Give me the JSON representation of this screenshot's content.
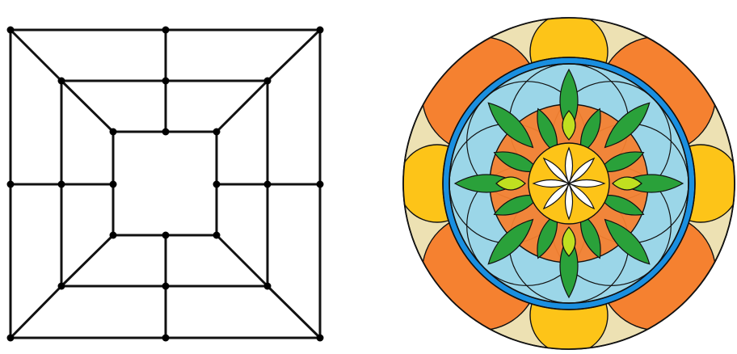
{
  "colors": {
    "background": "#ffffff",
    "graph_edge": "#111111",
    "graph_node": "#000000",
    "mandala_outer_disk": "#ede1b3",
    "mandala_orange": "#f58130",
    "mandala_yellow": "#fdc418",
    "mandala_light_blue": "#9bd6e8",
    "mandala_blue": "#1a8fe0",
    "mandala_green": "#2aa13a",
    "mandala_lime": "#c0e020",
    "mandala_white": "#ffffff",
    "outline": "#111111"
  },
  "figures": [
    {
      "kind": "graph",
      "shape": "nested-squares",
      "layers": 3,
      "nodes_per_layer": 8,
      "node_count": 24
    },
    {
      "kind": "mandala",
      "outer_petals": 8,
      "inner_petals": 8
    }
  ]
}
